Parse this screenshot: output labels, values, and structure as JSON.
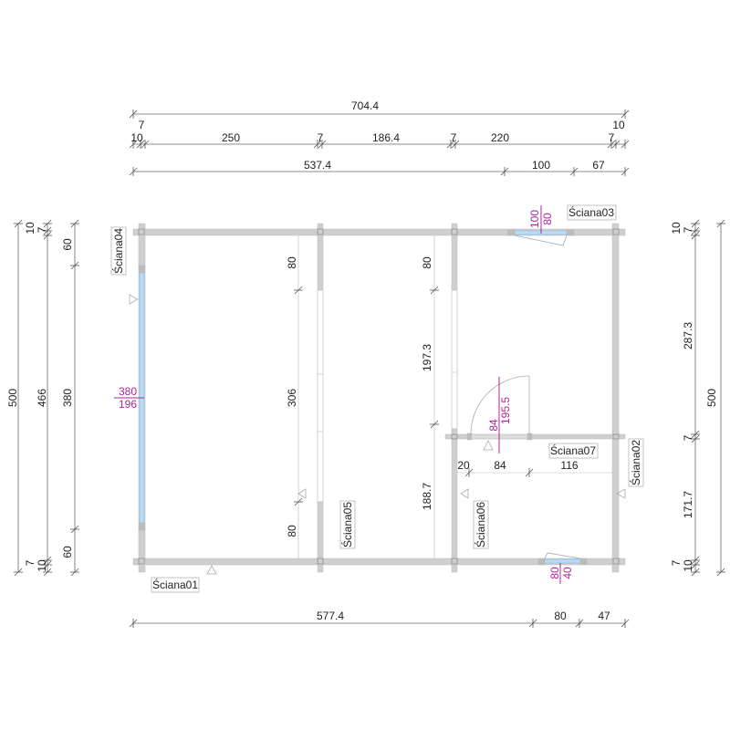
{
  "dimensions": {
    "top": {
      "total": "704.4",
      "row2": [
        "7",
        "10",
        "250",
        "7",
        "186.4",
        "7",
        "220",
        "7",
        "10"
      ],
      "row3": [
        "537.4",
        "100",
        "67"
      ]
    },
    "bottom": [
      "577.4",
      "80",
      "47"
    ],
    "left": {
      "outer": "500",
      "mid": [
        "10",
        "7",
        "466",
        "7",
        "10"
      ],
      "inner": [
        "60",
        "380",
        "60"
      ]
    },
    "right": {
      "inner": [
        "10",
        "7",
        "287.3",
        "7",
        "171.7",
        "7",
        "10"
      ],
      "outer": "500"
    },
    "interior": {
      "wall05": [
        "80",
        "306",
        "80"
      ],
      "wall06": [
        "80",
        "197.3",
        "188.7"
      ],
      "horizontal": [
        "20",
        "84",
        "116"
      ]
    }
  },
  "openings": {
    "window_left": {
      "width": "380",
      "height": "196"
    },
    "window_top": {
      "width": "100",
      "height": "80"
    },
    "window_bottom": {
      "width": "80",
      "height": "40"
    },
    "door_wall07": {
      "width": "84",
      "height": "195.5"
    }
  },
  "walls": [
    "Ściana01",
    "Ściana02",
    "Ściana03",
    "Ściana04",
    "Ściana05",
    "Ściana06",
    "Ściana07"
  ],
  "colors": {
    "wall": "#cfcfcf",
    "glass": "#b9dcf5",
    "annotation": "#b0239a"
  }
}
